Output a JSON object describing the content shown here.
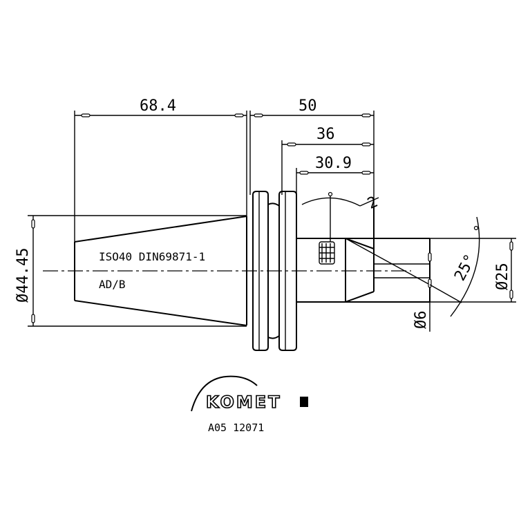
{
  "dimensions": {
    "length_taper": "68.4",
    "length_total": "50",
    "length_mid": "36",
    "length_inner": "30.9",
    "small_dim": "2",
    "diameter_flange": "Ø44.45",
    "diameter_shank": "Ø25",
    "angle": "25°",
    "diameter_small": "Ø6"
  },
  "labels": {
    "standard": "ISO40 DIN69871-1",
    "form": "AD/B"
  },
  "logo": {
    "brand": "KOMET"
  },
  "part_number": "A05 12071"
}
